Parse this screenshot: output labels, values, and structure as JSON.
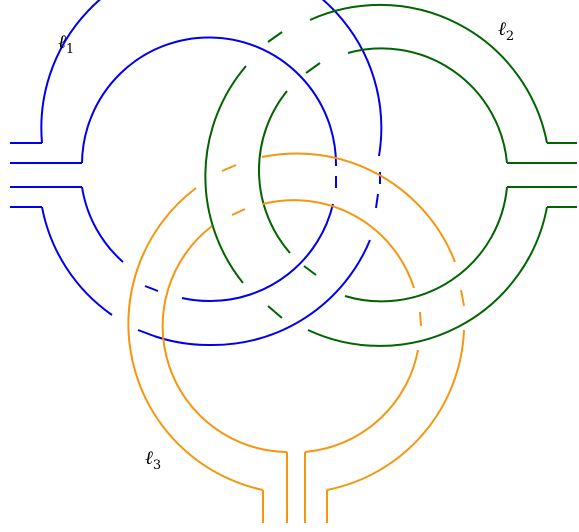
{
  "labels": {
    "l1": {
      "symbol": "ℓ",
      "index": "1"
    },
    "l2": {
      "symbol": "ℓ",
      "index": "2"
    },
    "l3": {
      "symbol": "ℓ",
      "index": "3"
    }
  },
  "colors": {
    "l1": "#0000ee",
    "l2": "#006400",
    "l3": "#f5960f"
  }
}
